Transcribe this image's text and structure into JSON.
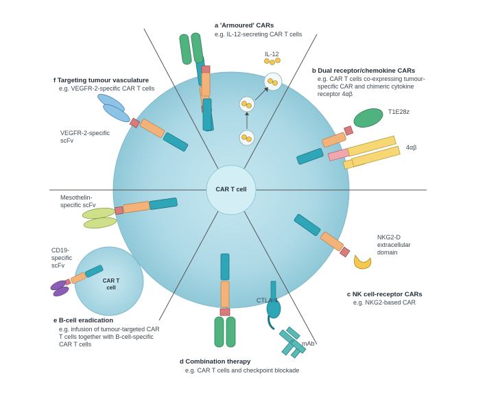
{
  "center_label": "CAR T cell",
  "small_cell_label": "CAR T cell",
  "panels": {
    "a": {
      "letter": "a",
      "title": "'Armoured' CARs",
      "subtitle": "e.g. IL-12-secreting CAR T cells",
      "cytokine": "IL-12"
    },
    "b": {
      "letter": "b",
      "title": "Dual receptor/chemokine CARs",
      "subtitle": "e.g. CAR T cells co-expressing tumour-specific CAR and chimeric cytokine receptor 4αβ",
      "receptor_1": "T1E28z",
      "receptor_2": "4αβ"
    },
    "c": {
      "letter": "c",
      "title": "NK cell-receptor CARs",
      "subtitle": "e.g. NKG2-based CAR",
      "domain_label": "NKG2-D extracellular domain"
    },
    "d": {
      "letter": "d",
      "title": "Combination therapy",
      "subtitle": "e.g. CAR T cells and checkpoint blockade",
      "checkpoint": "CTLA-4",
      "antibody": "mAb"
    },
    "e": {
      "letter": "e",
      "title": "B-cell eradication",
      "subtitle": "e.g. infusion of tumour-targeted CAR T cells together with B-cell-specific CAR T cells",
      "scfv_label": "CD19-specific scFv"
    },
    "f": {
      "letter": "f",
      "title": "Targeting tumour vasculature",
      "subtitle": "e.g. VEGFR-2-specific CAR T cells",
      "scfv_label": "VEGFR-2-specific scFv"
    },
    "meso": {
      "scfv_label": "Mesothelin-specific scFv"
    }
  },
  "colors": {
    "cell": "#a9d6e3",
    "cell_center": "#bfe4ee",
    "teal": "#2ea6b8",
    "orange": "#f2b27a",
    "pink_hinge": "#d97c7c",
    "green": "#4fb27f",
    "blue_scfv": "#8cc3e6",
    "lime": "#cfe08a",
    "purple": "#8b5db5",
    "yellow": "#f6d774",
    "rose": "#f0a6ad",
    "antibody_teal": "#57b9b8",
    "nk_yellow": "#f4c94d"
  }
}
